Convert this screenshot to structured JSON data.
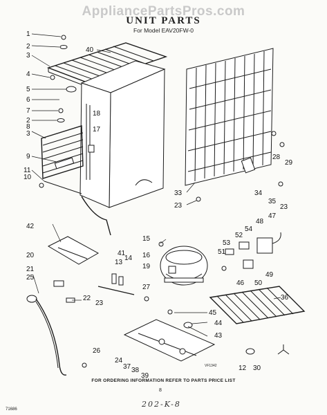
{
  "watermark": "AppliancePartsPros.com",
  "title": "UNIT PARTS",
  "subtitle": "For Model EAV20FW-0",
  "footer": "FOR ORDERING INFORMATION REFER TO PARTS PRICE LIST",
  "page_number": "8",
  "code_left": "71686",
  "vf_code": "VF1342",
  "handwritten_note": "202-K-8",
  "callouts": {
    "c1": "1",
    "c2a": "2",
    "c3a": "3",
    "c40": "40",
    "c4": "4",
    "c5": "5",
    "c6": "6",
    "c7": "7",
    "c2b": "2",
    "c8": "8",
    "c3b": "3",
    "c18": "18",
    "c17": "17",
    "c9": "9",
    "c11": "11",
    "c10": "10",
    "c33": "33",
    "c23a": "23",
    "c28": "28",
    "c29": "29",
    "c34": "34",
    "c35": "35",
    "c23b": "23",
    "c42": "42",
    "c15": "15",
    "c52": "52",
    "c54": "54",
    "c48": "48",
    "c47": "47",
    "c53": "53",
    "c51": "51",
    "c46": "46",
    "c50": "50",
    "c49": "49",
    "c20": "20",
    "c41": "41",
    "c13": "13",
    "c14": "14",
    "c16": "16",
    "c19": "19",
    "c21": "21",
    "c25": "25",
    "c27": "27",
    "c22": "22",
    "c23c": "23",
    "c36": "36",
    "c45": "45",
    "c44": "44",
    "c43": "43",
    "c26": "26",
    "c24": "24",
    "c37": "37",
    "c38": "38",
    "c39": "39",
    "c12": "12",
    "c30": "30"
  }
}
